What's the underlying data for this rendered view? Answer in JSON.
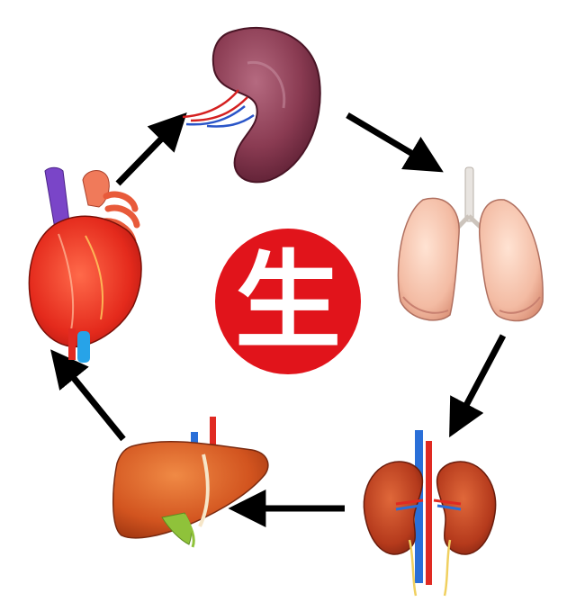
{
  "diagram": {
    "center_character": "生",
    "center_color": "#e1141b",
    "nodes": [
      {
        "id": "spleen",
        "icon": "spleen-icon"
      },
      {
        "id": "lungs",
        "icon": "lungs-icon"
      },
      {
        "id": "kidneys",
        "icon": "kidneys-icon"
      },
      {
        "id": "liver",
        "icon": "liver-icon"
      },
      {
        "id": "heart",
        "icon": "heart-icon"
      }
    ],
    "cycle_order": [
      "heart",
      "spleen",
      "lungs",
      "kidneys",
      "liver",
      "heart"
    ],
    "arrow_color": "#000000"
  }
}
